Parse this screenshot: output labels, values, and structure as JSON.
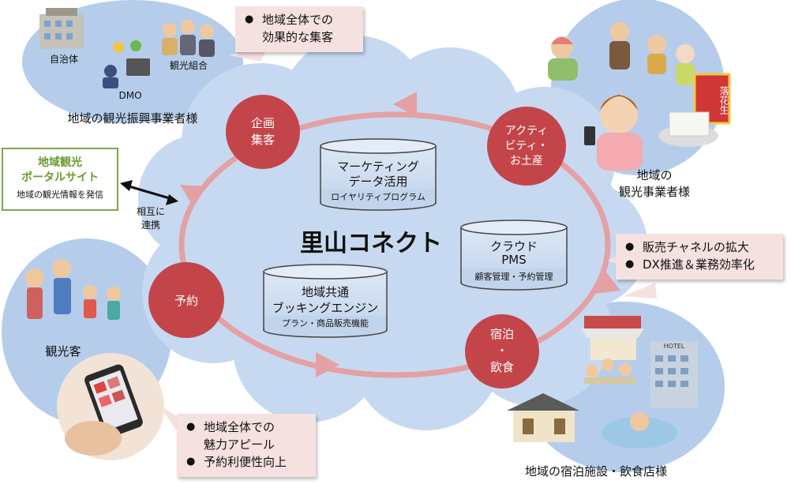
{
  "center_title": "里山コネクト",
  "nodes": {
    "kikaku": "企画\n集客",
    "activity": "アクティ\nビティ・\nお土産",
    "yoyaku": "予約",
    "shukuhaku": "宿泊\n・\n飲食"
  },
  "databases": {
    "marketing": {
      "title1": "マーケティング",
      "title2": "データ活用",
      "sub": "ロイヤリティプログラム"
    },
    "cloud": {
      "title1": "クラウド",
      "title2": "PMS",
      "sub": "顧客管理・予約管理"
    },
    "booking": {
      "title1": "地域共通",
      "title2": "ブッキングエンジン",
      "sub": "プラン・商品販売機能"
    }
  },
  "groups": {
    "promotion": {
      "label": "地域の観光振興事業者様",
      "items": [
        "自治体",
        "DMO",
        "観光組合"
      ]
    },
    "operators": {
      "label": "地域の\n観光事業者様"
    },
    "tourists": {
      "label": "観光客"
    },
    "lodging": {
      "label": "地域の宿泊施設・飲食店様"
    }
  },
  "notes": {
    "top": [
      "地域全体での\n効果的な集客"
    ],
    "right": [
      "販売チャネルの拡大",
      "DX推進＆業務効率化"
    ],
    "bottom": [
      "地域全体での\n魅力アピール",
      "予約利便性向上"
    ]
  },
  "portal": {
    "title": "地域観光\nポータルサイト",
    "sub": "地域の観光情報を発信"
  },
  "mutual": "相互に\n連携",
  "sign_text": "落花生",
  "hotel_sign": "HOTEL",
  "colors": {
    "node": "#c3454a",
    "cloud": "#c6d9f0",
    "blob": "#b5cdeb",
    "arrow": "#e4a0a4",
    "db": "#c8d8ee"
  }
}
